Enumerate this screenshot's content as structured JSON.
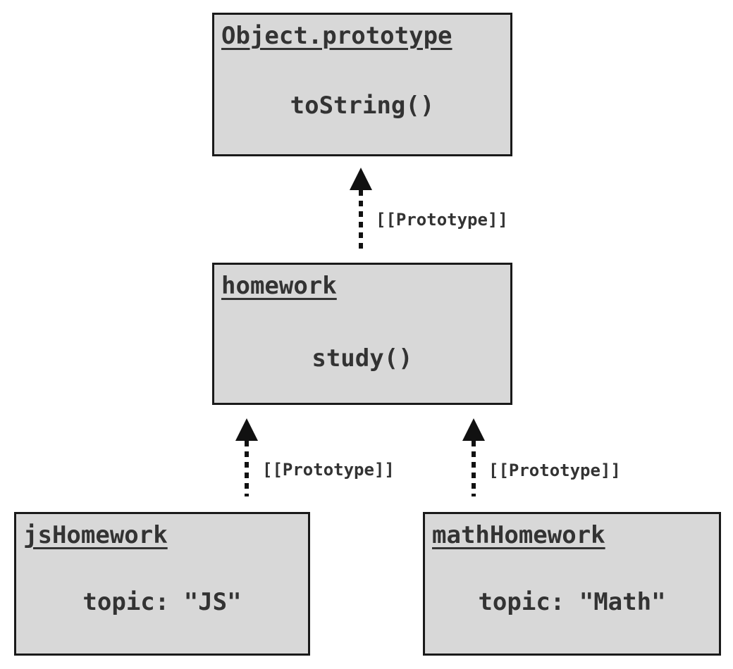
{
  "diagram": {
    "type": "prototype-chain",
    "colors": {
      "background": "#ffffff",
      "box_fill": "#d8d8d8",
      "box_border": "#1a1a1a",
      "text": "#333333",
      "arrow": "#111111"
    },
    "nodes": [
      {
        "id": "object-prototype",
        "title": "Object.prototype",
        "member": "toString()"
      },
      {
        "id": "homework",
        "title": "homework",
        "member": "study()"
      },
      {
        "id": "js-homework",
        "title": "jsHomework",
        "member": "topic: \"JS\""
      },
      {
        "id": "math-homework",
        "title": "mathHomework",
        "member": "topic: \"Math\""
      }
    ],
    "edges": [
      {
        "from": "homework",
        "to": "object-prototype",
        "label": "[[Prototype]]",
        "style": "dashed-arrow-up"
      },
      {
        "from": "js-homework",
        "to": "homework",
        "label": "[[Prototype]]",
        "style": "dashed-arrow-up"
      },
      {
        "from": "math-homework",
        "to": "homework",
        "label": "[[Prototype]]",
        "style": "dashed-arrow-up"
      }
    ]
  }
}
